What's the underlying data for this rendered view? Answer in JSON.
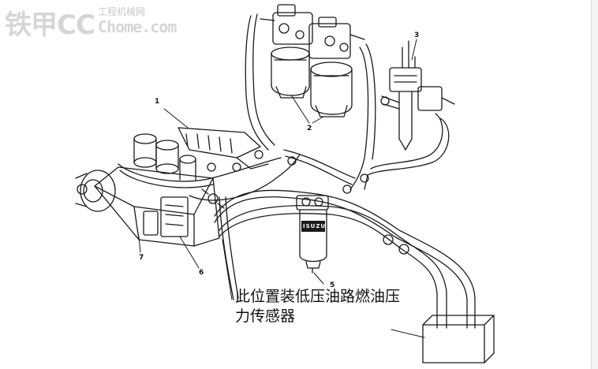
{
  "watermark": {
    "brand": "铁甲CC",
    "site_name": "工程机械网",
    "domain": "Chome.com"
  },
  "callouts": {
    "c1": "1",
    "c2": "2",
    "c3": "3",
    "c5": "5",
    "c6": "6",
    "c7": "7",
    "tank_label": "ISUZU"
  },
  "caption": {
    "line1": "此位置装低压油路燃油压",
    "line2": "力传感器"
  },
  "colors": {
    "line": "#1a1a1a",
    "background": "#ffffff",
    "watermark": "#b5b5b5"
  }
}
